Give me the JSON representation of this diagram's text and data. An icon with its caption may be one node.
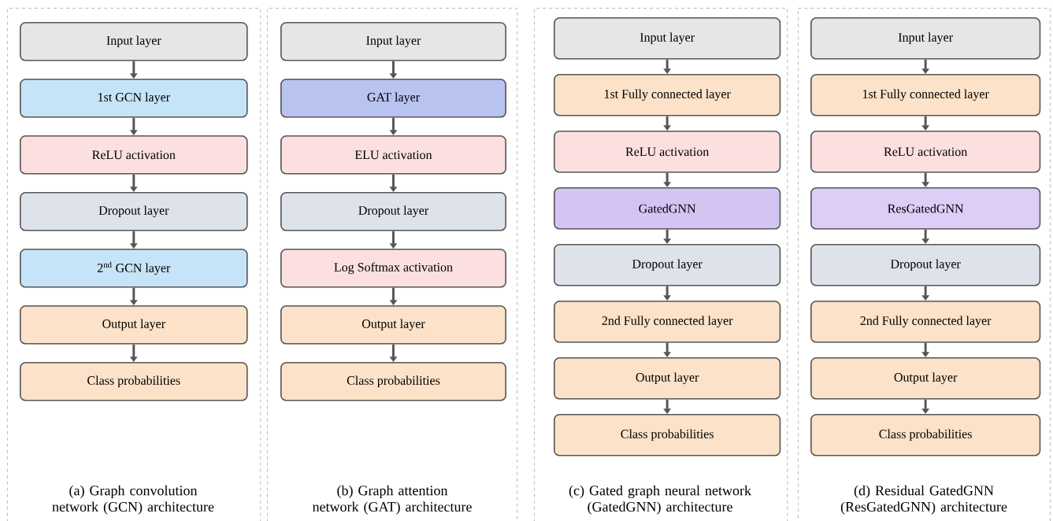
{
  "diagram": {
    "nodes": [
      {
        "text": [
          "(a) Graph convolution network (GCN) architecture"
        ]
      },
      {
        "text": [
          "Input layer"
        ],
        "in": 0
      },
      {
        "text": [
          "1st GCN layer"
        ],
        "in": 0
      },
      {
        "text": [
          "ReLU activation"
        ],
        "in": 0
      },
      {
        "text": [
          "Dropout layer"
        ],
        "in": 0
      },
      {
        "text": [
          "2$^{nd}$ GCN layer"
        ],
        "in": 0
      },
      {
        "text": [
          "Output layer"
        ],
        "in": 0
      },
      {
        "text": [
          "Class probabilities"
        ],
        "in": 0
      },
      {
        "text": [
          "(b) Graph attention network (GAT) architecture"
        ]
      },
      {
        "text": [
          "Input layer"
        ],
        "in": 8
      },
      {
        "text": [
          "GAT layer"
        ],
        "in": 8
      },
      {
        "text": [
          "ELU activation"
        ],
        "in": 8
      },
      {
        "text": [
          "Dropout layer"
        ],
        "in": 8
      },
      {
        "text": [
          "Log Softmax activation"
        ],
        "in": 8
      },
      {
        "text": [
          "Output layer"
        ],
        "in": 8
      },
      {
        "text": [
          "Class probabilities"
        ],
        "in": 8
      },
      {
        "text": [
          "(c) Gated graph neural network (GatedGNN) architecture"
        ]
      },
      {
        "text": [
          "Input layer"
        ],
        "in": 16
      },
      {
        "text": [
          "1st Fully connected layer"
        ],
        "in": 16
      },
      {
        "text": [
          "ReLU activation"
        ],
        "in": 16
      },
      {
        "text": [
          "GatedGNN"
        ],
        "in": 16
      },
      {
        "text": [
          "Dropout layer"
        ],
        "in": 16
      },
      {
        "text": [
          "2nd Fully connected layer"
        ],
        "in": 16
      },
      {
        "text": [
          "Output layer"
        ],
        "in": 16
      },
      {
        "text": [
          "Class probabilities"
        ],
        "in": 16
      },
      {
        "text": [
          "(d) Residual GatedGNN (ResGatedGNN) architecture"
        ]
      },
      {
        "text": [
          "Input layer"
        ],
        "in": 25
      },
      {
        "text": [
          "1st Fully connected layer"
        ],
        "in": 25
      },
      {
        "text": [
          "ReLU activation"
        ],
        "in": 25
      },
      {
        "text": [
          "ResGatedGNN"
        ],
        "in": 25
      },
      {
        "text": [
          "Dropout layer"
        ],
        "in": 25
      },
      {
        "text": [
          "2nd Fully connected layer"
        ],
        "in": 25
      },
      {
        "text": [
          "Output layer"
        ],
        "in": 25
      },
      {
        "text": [
          "Class probabilities"
        ],
        "in": 25
      }
    ],
    "edges": [
      {
        "from": 1,
        "to": 2,
        "arrow": "to"
      },
      {
        "from": 2,
        "to": 3,
        "arrow": "to"
      },
      {
        "from": 3,
        "to": 4,
        "arrow": "to"
      },
      {
        "from": 4,
        "to": 5,
        "arrow": "to"
      },
      {
        "from": 5,
        "to": 6,
        "arrow": "to"
      },
      {
        "from": 6,
        "to": 7,
        "arrow": "to"
      },
      {
        "from": 9,
        "to": 10,
        "arrow": "to"
      },
      {
        "from": 10,
        "to": 11,
        "arrow": "to"
      },
      {
        "from": 11,
        "to": 12,
        "arrow": "to"
      },
      {
        "from": 12,
        "to": 13,
        "arrow": "to"
      },
      {
        "from": 13,
        "to": 14,
        "arrow": "to"
      },
      {
        "from": 14,
        "to": 15,
        "arrow": "to"
      },
      {
        "from": 17,
        "to": 18,
        "arrow": "to"
      },
      {
        "from": 18,
        "to": 19,
        "arrow": "to"
      },
      {
        "from": 19,
        "to": 20,
        "arrow": "to"
      },
      {
        "from": 20,
        "to": 21,
        "arrow": "to"
      },
      {
        "from": 21,
        "to": 22,
        "arrow": "to"
      },
      {
        "from": 22,
        "to": 23,
        "arrow": "to"
      },
      {
        "from": 23,
        "to": 24,
        "arrow": "to"
      },
      {
        "from": 26,
        "to": 27,
        "arrow": "to"
      },
      {
        "from": 27,
        "to": 28,
        "arrow": "to"
      },
      {
        "from": 28,
        "to": 29,
        "arrow": "to"
      },
      {
        "from": 29,
        "to": 30,
        "arrow": "to"
      },
      {
        "from": 30,
        "to": 31,
        "arrow": "to"
      },
      {
        "from": 31,
        "to": 32,
        "arrow": "to"
      },
      {
        "from": 32,
        "to": 33,
        "arrow": "to"
      }
    ]
  }
}
